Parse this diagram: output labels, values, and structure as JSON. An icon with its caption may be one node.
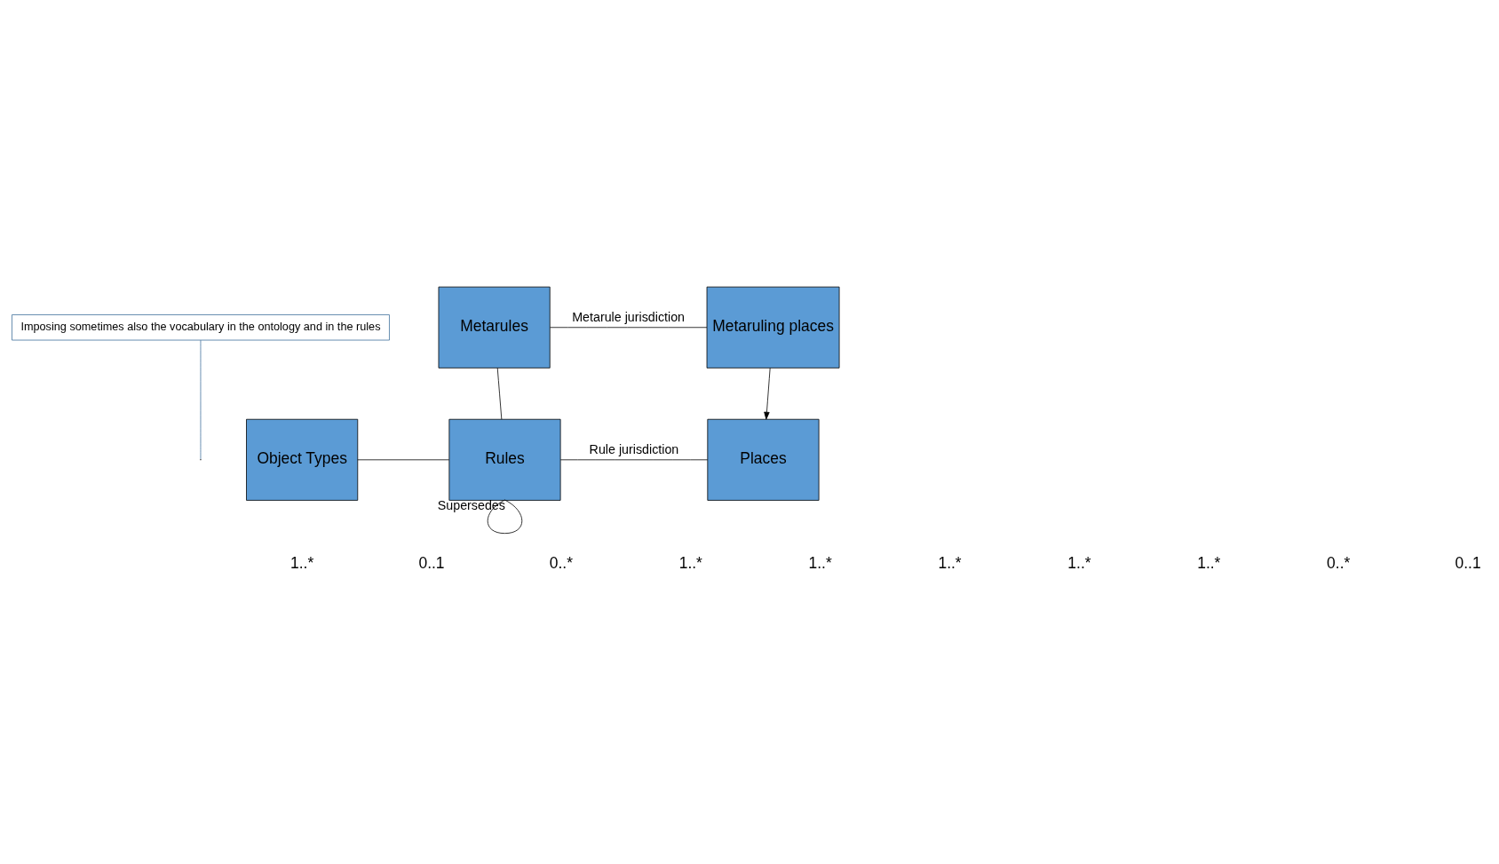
{
  "diagram": {
    "nodes": [
      {
        "text": [
          "Imposing sometimes also the vocabulary in the ontology and in the rules"
        ]
      },
      {
        "text": [
          "Metarules"
        ]
      },
      {
        "text": [
          "Metaruling places"
        ]
      },
      {
        "text": [
          "Object Types"
        ]
      },
      {
        "text": [
          "Rules"
        ]
      },
      {
        "text": [
          "Places"
        ]
      }
    ],
    "edges": [
      {
        "from": 1,
        "to": 2,
        "arrow": "none",
        "label": "Metarule jurisdiction"
      },
      {
        "from": 2,
        "to": 5,
        "arrow": "to"
      },
      {
        "from": 1,
        "to": 4,
        "arrow": "none"
      },
      {
        "from": 3,
        "to": 4,
        "arrow": "none"
      },
      {
        "from": 4,
        "to": 5,
        "arrow": "none",
        "label": "Rule jurisdiction"
      },
      {
        "from": 4,
        "to": 4,
        "arrow": "none",
        "label": "Supersedes"
      },
      {
        "from": 0,
        "to": null,
        "arrow": "none",
        "color": "#41719c"
      }
    ],
    "labels": [
      "1..*",
      "0..1",
      "0..*",
      "1..*",
      "1..*",
      "1..*",
      "1..*",
      "1..*",
      "0..*",
      "0..1"
    ]
  }
}
